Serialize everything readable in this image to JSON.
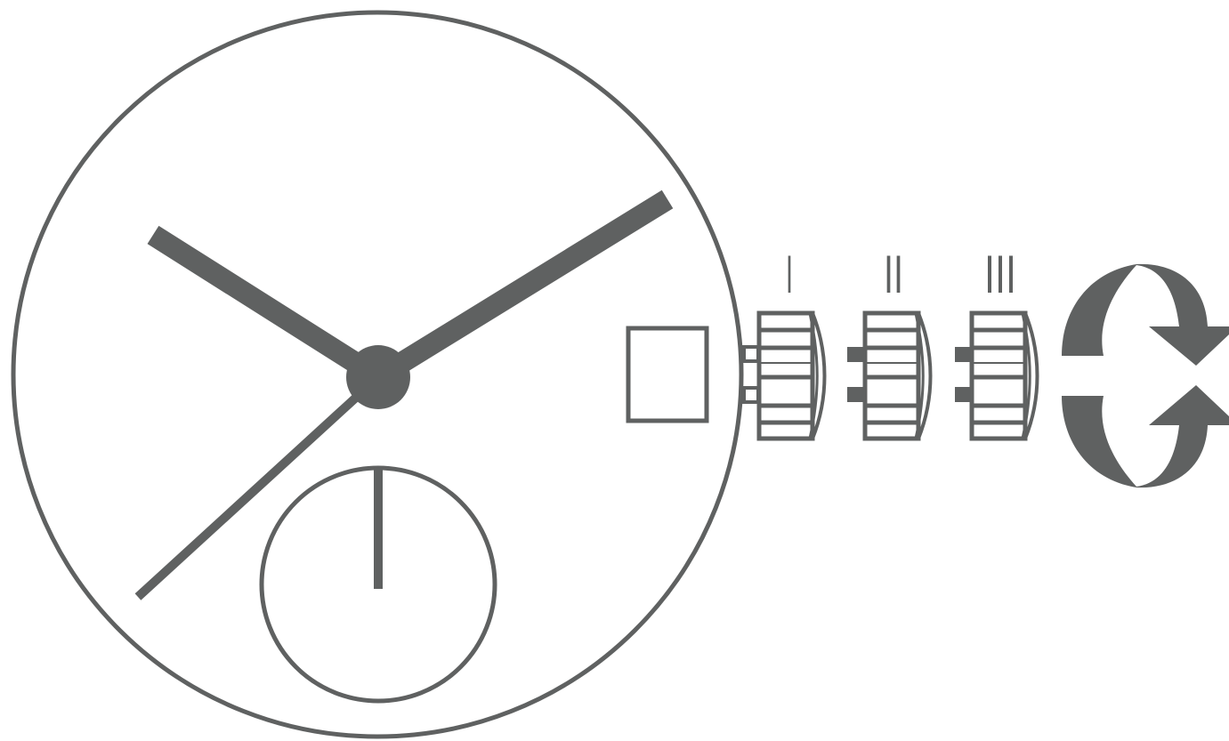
{
  "diagram": {
    "colors": {
      "ink": "#5f6161",
      "background": "#ffffff"
    },
    "crown_positions": [
      {
        "id": "position-1",
        "numeral": "I"
      },
      {
        "id": "position-2",
        "numeral": "II"
      },
      {
        "id": "position-3",
        "numeral": "III"
      }
    ],
    "icons": [
      "watch-dial-icon",
      "hour-hand-icon",
      "minute-hand-icon",
      "second-hand-icon",
      "small-seconds-subdial-icon",
      "date-window-icon",
      "crown-icon",
      "rotate-arrows-icon"
    ]
  }
}
